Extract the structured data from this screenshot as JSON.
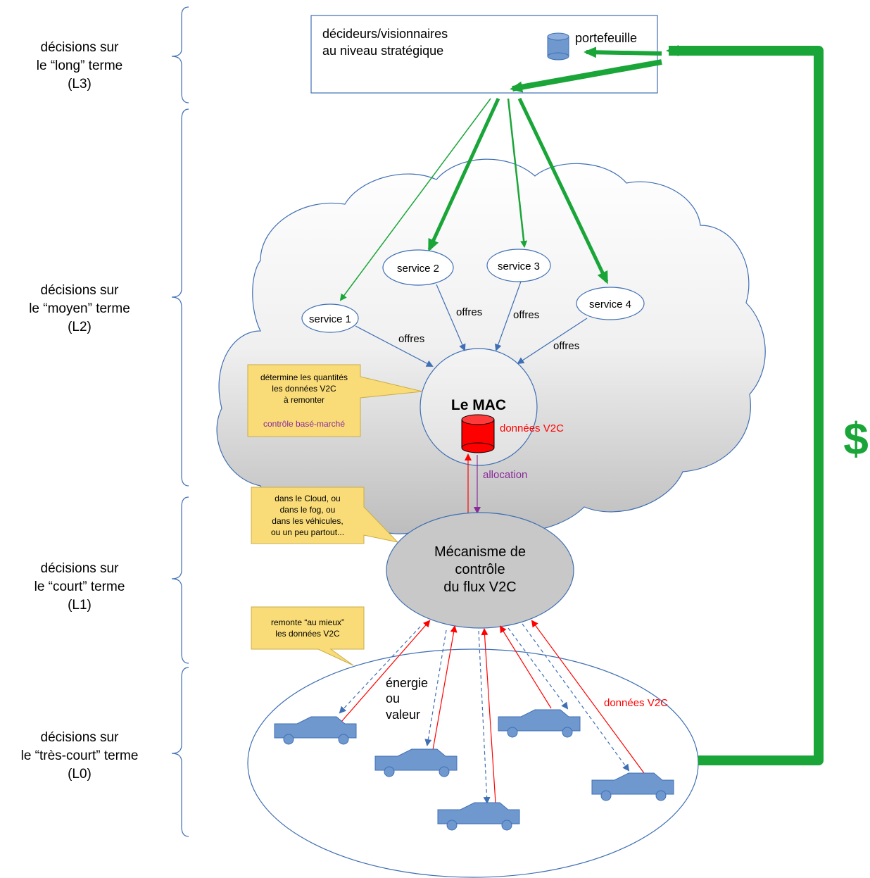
{
  "levels": {
    "l3": [
      "décisions sur",
      "le “long” terme",
      "(L3)"
    ],
    "l2": [
      "décisions sur",
      "le “moyen” terme",
      "(L2)"
    ],
    "l1": [
      "décisions sur",
      "le “court” terme",
      "(L1)"
    ],
    "l0": [
      "décisions sur",
      "le “très-court” terme",
      "(L0)"
    ]
  },
  "strategic_box": {
    "line1": "décideurs/visionnaires",
    "line2": "au niveau stratégique",
    "portfolio": "portefeuille"
  },
  "services": [
    "service 1",
    "service 2",
    "service 3",
    "service 4"
  ],
  "offres_label": "offres",
  "mac": {
    "title": "Le MAC",
    "db_label": "données V2C",
    "allocation": "allocation"
  },
  "callout_mac": {
    "line1": "détermine les quantités",
    "line2": "les données V2C",
    "line3": "à remonter",
    "line4": "contrôle basé-marché"
  },
  "callout_where": {
    "line1": "dans le Cloud, ou",
    "line2": "dans le fog, ou",
    "line3": "dans les véhicules,",
    "line4": "ou un peu partout..."
  },
  "mechanism": {
    "line1": "Mécanisme de",
    "line2": "contrôle",
    "line3": "du flux V2C"
  },
  "callout_best": {
    "line1": "remonte “au mieux”",
    "line2": "les données V2C"
  },
  "energy": [
    "énergie",
    "ou",
    "valeur"
  ],
  "v2c_label": "données V2C",
  "money": "$",
  "colors": {
    "green": "#1aa538",
    "blue": "#3f6fb4",
    "red": "#ff0000",
    "purple": "#8a2b9a",
    "callout": "#f9dc78",
    "car": "#6f98cf"
  }
}
